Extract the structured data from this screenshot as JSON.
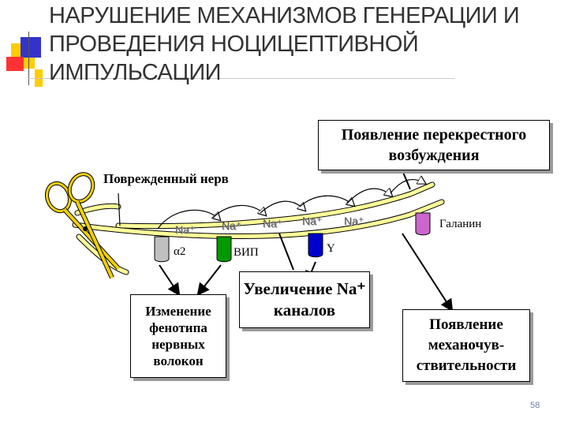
{
  "title": "НАРУШЕНИЕ МЕХАНИЗМОВ ГЕНЕРАЦИИ И\nПРОВЕДЕНИЯ НОЦИЦЕПТИВНОЙ\nИМПУЛЬСАЦИИ",
  "boxes": {
    "cross_excitation": "Появление перекрестного возбуждения",
    "phenotype": "Изменение фенотипа нервных волокон",
    "na_channels": "Увеличение Na⁺ каналов",
    "mechanosensitivity": "Появление механочув-ствительности"
  },
  "labels": {
    "damaged_nerve": "Поврежденный нерв",
    "galanin": "Галанин",
    "vip": "ВИП",
    "y": "Y",
    "alpha2": "α2",
    "na": [
      "Na⁺",
      "Na⁺",
      "Na⁺",
      "Na⁺",
      "Na⁺"
    ]
  },
  "colors": {
    "nerve_fill": "#ffff99",
    "alpha2_marker": "#c0c0c0",
    "vip_marker": "#009900",
    "y_marker": "#0000cc",
    "galanin_marker": "#cc66cc",
    "scissors": "#f0d000",
    "deco_blue": "#3333cc",
    "deco_yellow": "#ffcc00",
    "deco_red": "#ff3333"
  },
  "page_number": "58"
}
